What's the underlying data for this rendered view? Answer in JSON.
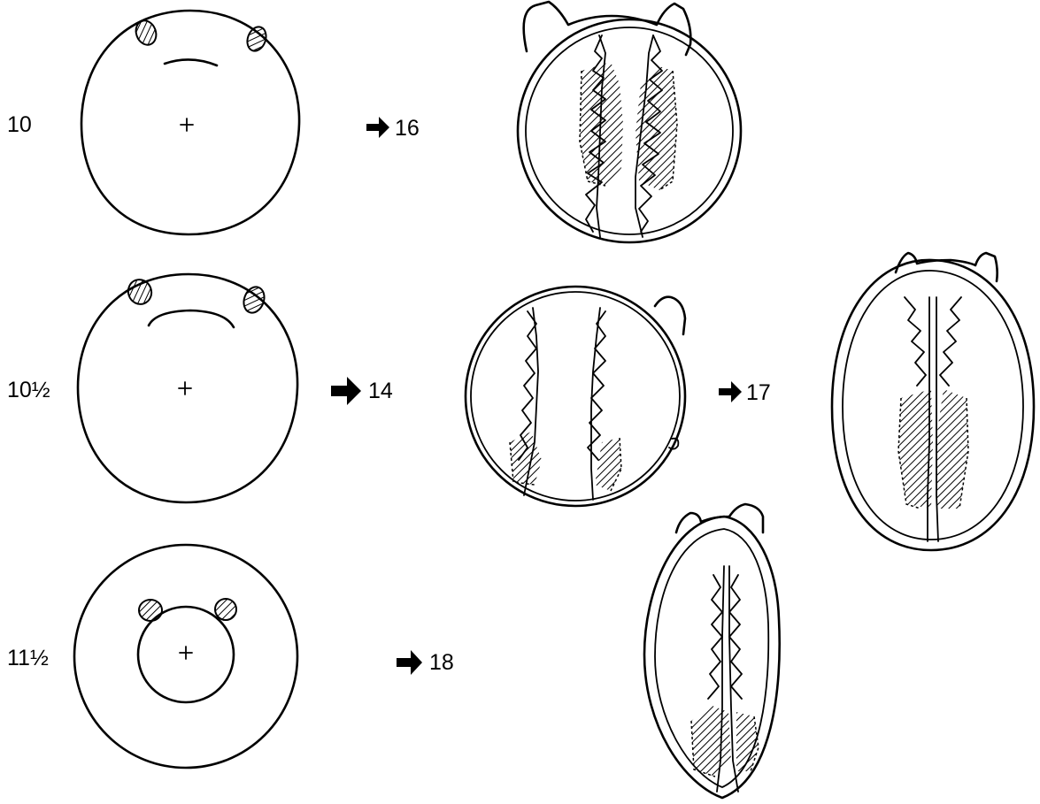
{
  "figure": {
    "stage_labels": [
      "10",
      "10½",
      "11½"
    ],
    "transitions": [
      {
        "from": "10",
        "to": "16"
      },
      {
        "from": "10½",
        "to": "14"
      },
      {
        "from": "14",
        "to": "17"
      },
      {
        "from": "11½",
        "to": "18"
      }
    ]
  },
  "icons": {
    "arrow": "right-arrow-icon",
    "center_mark": "plus-icon"
  },
  "colors": {
    "ink": "#000000",
    "background": "#ffffff"
  }
}
